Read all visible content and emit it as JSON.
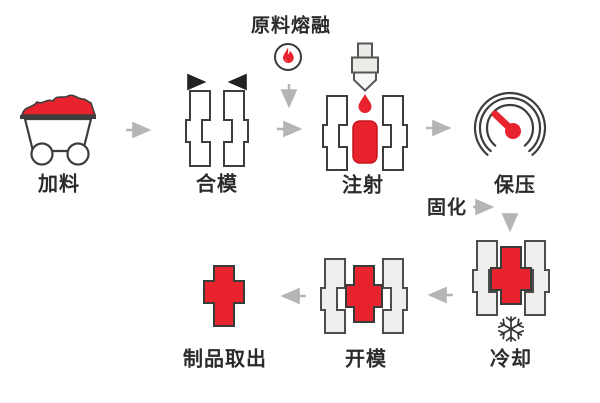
{
  "diagram": {
    "steps": [
      {
        "label": "加料",
        "icon": "ore-cart-icon"
      },
      {
        "label": "合模",
        "icon": "mold-closing-icon"
      },
      {
        "label": "注射",
        "icon": "injection-mold-icon"
      },
      {
        "label": "保压",
        "icon": "pressure-gauge-icon"
      },
      {
        "label": "冷却",
        "icon": "cooling-mold-icon"
      },
      {
        "label": "开模",
        "icon": "mold-opening-icon"
      },
      {
        "label": "制品取出",
        "icon": "molded-part-icon"
      }
    ],
    "annotations": [
      {
        "label": "原料熔融",
        "icon": "flame-icon"
      },
      {
        "label": "固化"
      }
    ],
    "colors": {
      "accent_red": "#e8232d",
      "outline_dark": "#3d3d3d",
      "mold_fill_white": "#ffffff",
      "mold_fill_light": "#efeeec",
      "flow_arrow_gray": "#b5b5b5",
      "close_arrow_black": "#222222",
      "text": "#2b2b2b"
    }
  }
}
